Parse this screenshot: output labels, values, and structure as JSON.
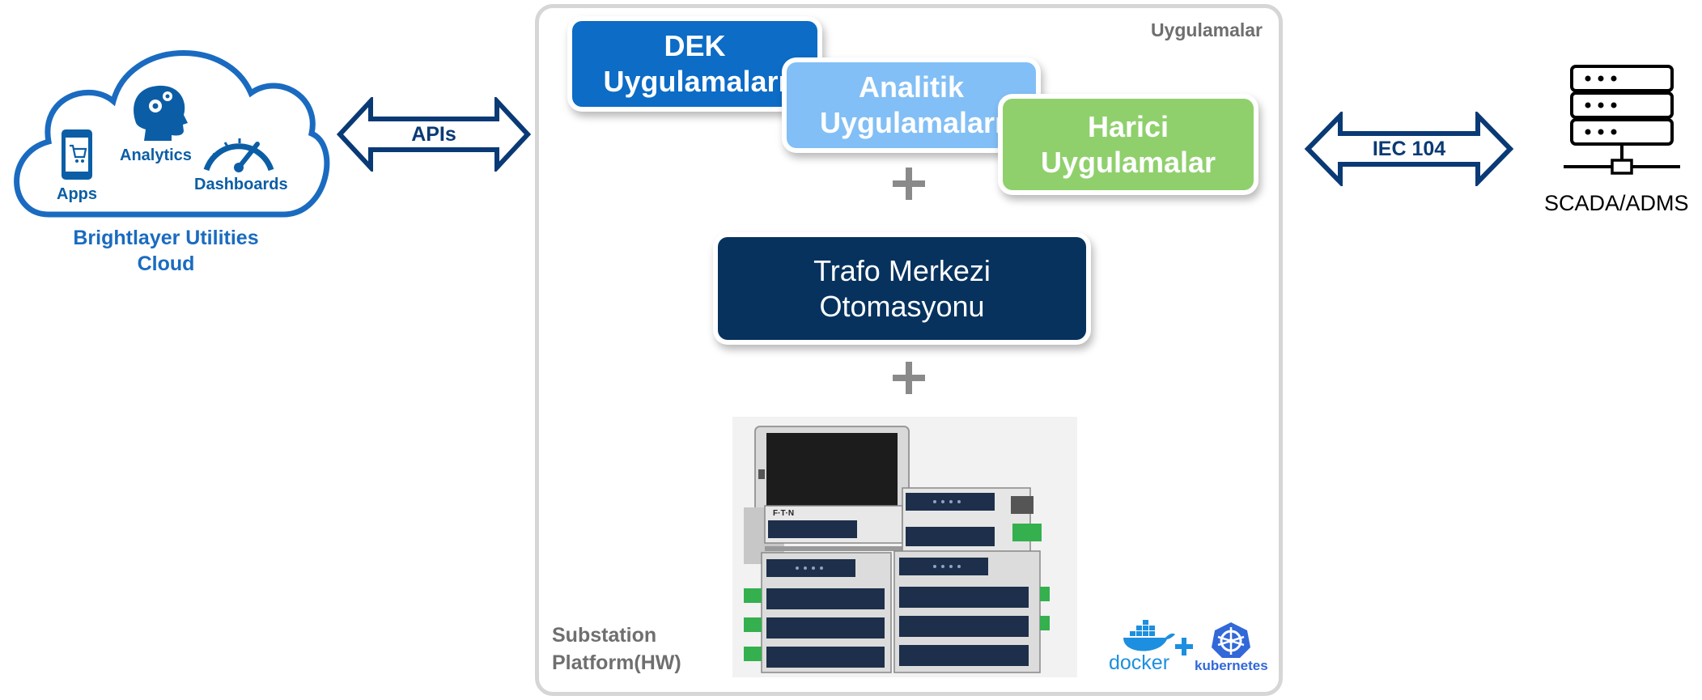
{
  "cloud": {
    "title_line1": "Brightlayer Utilities",
    "title_line2": "Cloud",
    "apps_label": "Apps",
    "analytics_label": "Analytics",
    "dashboards_label": "Dashboards",
    "icons": [
      "cloud-icon",
      "tablet-cart-icon",
      "head-gears-icon",
      "speedometer-icon"
    ]
  },
  "arrows": {
    "left_label": "APIs",
    "right_label": "IEC 104"
  },
  "panel": {
    "title": "Uygulamalar",
    "dek_line1": "DEK",
    "dek_line2": "Uygulamaları",
    "analitik_line1": "Analitik",
    "analitik_line2": "Uygulamaları",
    "harici_line1": "Harici",
    "harici_line2": "Uygulamalar",
    "trafo_line1": "Trafo Merkezi",
    "trafo_line2": "Otomasyonu",
    "platform_line1": "Substation",
    "platform_line2": "Platform(HW)",
    "device_brand": "F·T·N",
    "docker_label": "docker",
    "kubernetes_label": "kubernetes"
  },
  "scada": {
    "label": "SCADA/ADMS",
    "icon": "server-rack-icon"
  },
  "colors": {
    "dark_blue": "#0a3a75",
    "dek_blue": "#0c6cc6",
    "light_blue": "#82bff6",
    "green": "#8fd06c",
    "navy": "#07325e",
    "gray_border": "#d6d6d6"
  }
}
